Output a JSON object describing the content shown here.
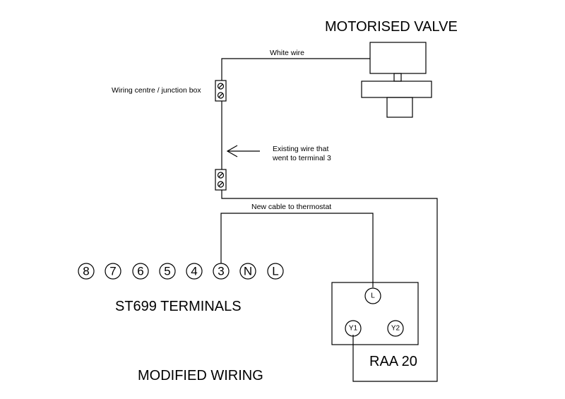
{
  "titles": {
    "motorised_valve": "MOTORISED VALVE",
    "st699_terminals": "ST699 TERMINALS",
    "modified_wiring": "MODIFIED WIRING",
    "raa20": "RAA 20"
  },
  "labels": {
    "white_wire": "White wire",
    "junction_box": "Wiring centre / junction box",
    "existing_wire_line1": "Existing wire that",
    "existing_wire_line2": "went to terminal 3",
    "new_cable": "New cable to thermostat"
  },
  "terminals": [
    "8",
    "7",
    "6",
    "5",
    "4",
    "3",
    "N",
    "L"
  ],
  "thermostat_terminals": {
    "l": "L",
    "y1": "Y1",
    "y2": "Y2"
  }
}
